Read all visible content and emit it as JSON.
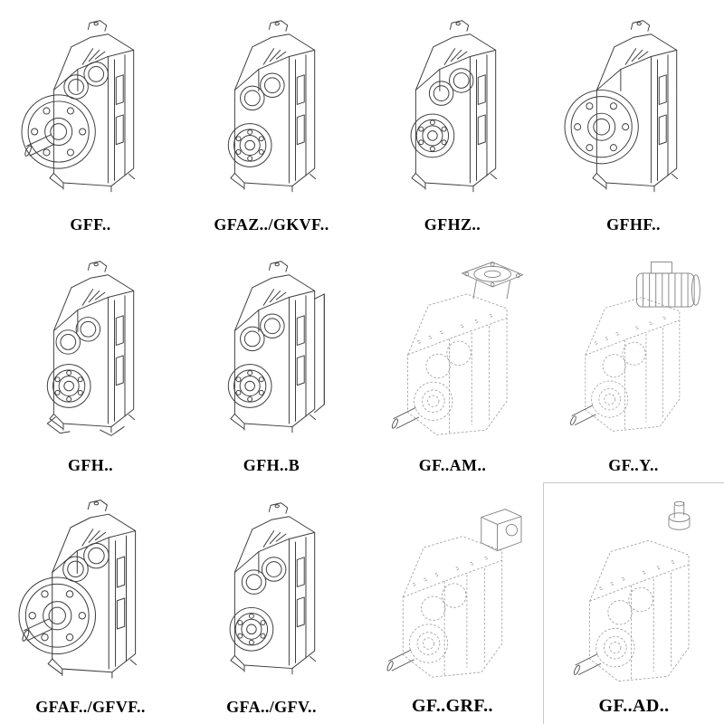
{
  "page": {
    "background": "#ffffff",
    "ink_color": "#3c3c3c",
    "phantom_line_color": "#9a9a9a"
  },
  "catalog": {
    "items": [
      {
        "label": "GFF..",
        "drawing": "helical-gearbox-output-flange-solid-shaft"
      },
      {
        "label": "GFAZ../GKVF..",
        "drawing": "helical-gearbox-shaft-mounted-two-bores"
      },
      {
        "label": "GFHZ..",
        "drawing": "helical-gearbox-hollow-shaft"
      },
      {
        "label": "GFHF..",
        "drawing": "helical-gearbox-hollow-shaft-flange"
      },
      {
        "label": "GFH..",
        "drawing": "helical-gearbox-foot-mounted-hollow-shaft"
      },
      {
        "label": "GFH..B",
        "drawing": "helical-gearbox-foot-mounted-backplate"
      },
      {
        "label": "GF..AM..",
        "drawing": "phantom-gearbox-motor-adapter-flange"
      },
      {
        "label": "GF..Y..",
        "drawing": "phantom-gearbox-with-motor"
      },
      {
        "label": "GFAF../GFVF..",
        "drawing": "helical-gearbox-output-flange"
      },
      {
        "label": "GFA../GFV..",
        "drawing": "helical-gearbox-shaft-mounted"
      },
      {
        "label": "GF..GRF..",
        "drawing": "phantom-gearbox-input-adapter"
      },
      {
        "label": "GF..AD..",
        "drawing": "phantom-gearbox-input-shaft"
      }
    ]
  }
}
